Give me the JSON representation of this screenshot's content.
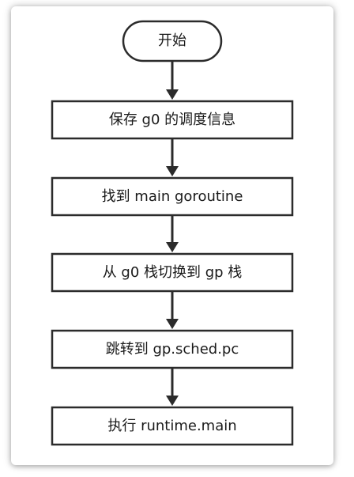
{
  "flowchart": {
    "start_label": "开始",
    "steps": [
      "保存 g0 的调度信息",
      "找到 main goroutine",
      "从 g0 栈切换到 gp 栈",
      "跳转到 gp.sched.pc",
      "执行 runtime.main"
    ]
  },
  "colors": {
    "stroke": "#2b2b2b",
    "text": "#1a1a1a",
    "node_fill": "#ffffff"
  }
}
